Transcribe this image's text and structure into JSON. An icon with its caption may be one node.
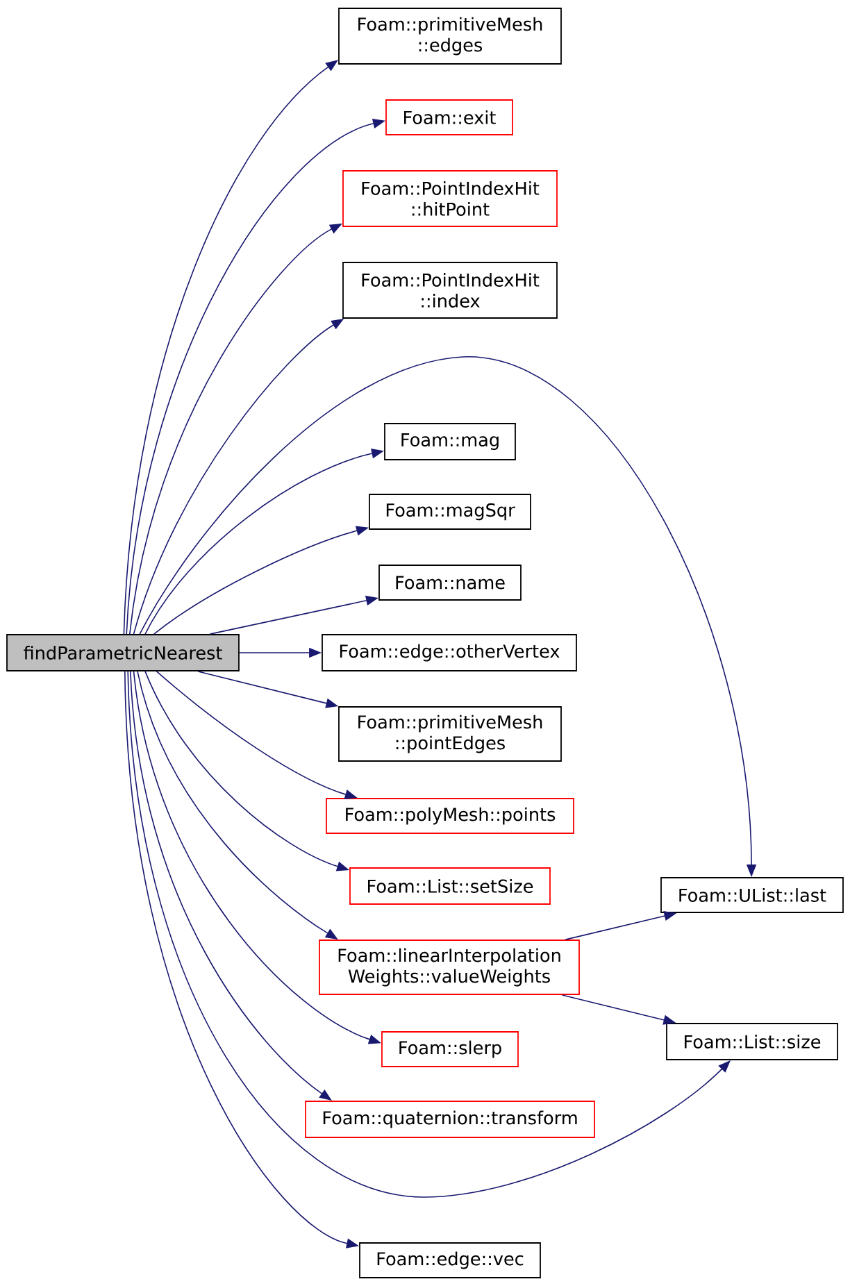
{
  "diagram": {
    "nodes": [
      {
        "text": [
          "findParametricNearest"
        ]
      },
      {
        "text": [
          "Foam::primitiveMesh ::edges"
        ]
      },
      {
        "text": [
          "Foam::exit"
        ]
      },
      {
        "text": [
          "Foam::PointIndexHit ::hitPoint"
        ]
      },
      {
        "text": [
          "Foam::PointIndexHit ::index"
        ]
      },
      {
        "text": [
          "Foam::mag"
        ]
      },
      {
        "text": [
          "Foam::magSqr"
        ]
      },
      {
        "text": [
          "Foam::name"
        ]
      },
      {
        "text": [
          "Foam::edge::otherVertex"
        ]
      },
      {
        "text": [
          "Foam::primitiveMesh ::pointEdges"
        ]
      },
      {
        "text": [
          "Foam::polyMesh::points"
        ]
      },
      {
        "text": [
          "Foam::List::setSize"
        ]
      },
      {
        "text": [
          "Foam::UList::last"
        ]
      },
      {
        "text": [
          "Foam::linearInterpolation Weights::valueWeights"
        ]
      },
      {
        "text": [
          "Foam::List::size"
        ]
      },
      {
        "text": [
          "Foam::slerp"
        ]
      },
      {
        "text": [
          "Foam::quaternion::transform"
        ]
      },
      {
        "text": [
          "Foam::edge::vec"
        ]
      }
    ],
    "edges": [
      {
        "from": 0,
        "to": 1,
        "arrow": "to"
      },
      {
        "from": 0,
        "to": 2,
        "arrow": "to"
      },
      {
        "from": 0,
        "to": 3,
        "arrow": "to"
      },
      {
        "from": 0,
        "to": 4,
        "arrow": "to"
      },
      {
        "from": 0,
        "to": 12,
        "arrow": "to"
      },
      {
        "from": 0,
        "to": 5,
        "arrow": "to"
      },
      {
        "from": 0,
        "to": 6,
        "arrow": "to"
      },
      {
        "from": 0,
        "to": 7,
        "arrow": "to"
      },
      {
        "from": 0,
        "to": 8,
        "arrow": "to"
      },
      {
        "from": 0,
        "to": 9,
        "arrow": "to"
      },
      {
        "from": 0,
        "to": 10,
        "arrow": "to"
      },
      {
        "from": 0,
        "to": 11,
        "arrow": "to"
      },
      {
        "from": 0,
        "to": 13,
        "arrow": "to"
      },
      {
        "from": 13,
        "to": 12,
        "arrow": "to"
      },
      {
        "from": 13,
        "to": 14,
        "arrow": "to"
      },
      {
        "from": 0,
        "to": 15,
        "arrow": "to"
      },
      {
        "from": 0,
        "to": 16,
        "arrow": "to"
      },
      {
        "from": 0,
        "to": 14,
        "arrow": "to"
      },
      {
        "from": 0,
        "to": 17,
        "arrow": "to"
      }
    ]
  }
}
